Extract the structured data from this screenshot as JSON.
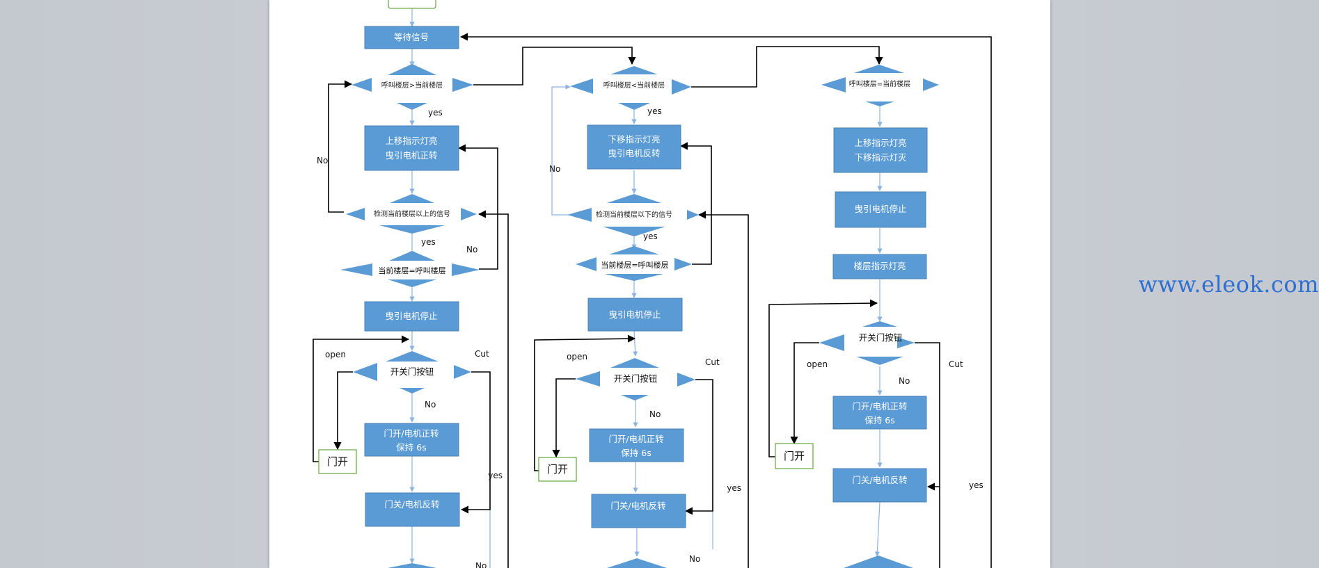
{
  "watermark": "www.eleok.com",
  "colors": {
    "box_fill": "#5b9bd5",
    "box_stroke": "#4a82b8",
    "arrow_blue": "#8bb4e0",
    "arrow_black": "#000000",
    "green_box": "#70ad47"
  },
  "nodes": {
    "wait_signal": "等待信号",
    "c1_decision_call": "呼叫楼层>当前楼层",
    "c1_up_light": "上移指示灯亮",
    "c1_motor_fwd": "曳引电机正转",
    "c1_detect": "检测当前楼层以上的信号",
    "c1_decision_eq": "当前楼层=呼叫楼层",
    "c1_motor_stop": "曳引电机停止",
    "c1_door_btn": "开关门按钮",
    "c1_door_open_box": "门开",
    "c1_door_fwd_1": "门开/电机正转",
    "c1_door_fwd_2": "保持 6s",
    "c1_door_close": "门关/电机反转",
    "c2_decision_call": "呼叫楼层<当前楼层",
    "c2_down_light": "下移指示灯亮",
    "c2_motor_rev": "曳引电机反转",
    "c2_detect": "检测当前楼层以下的信号",
    "c2_decision_eq": "当前楼层=呼叫楼层",
    "c2_motor_stop": "曳引电机停止",
    "c2_door_btn": "开关门按钮",
    "c2_door_open_box": "门开",
    "c2_door_fwd_1": "门开/电机正转",
    "c2_door_fwd_2": "保持 6s",
    "c2_door_close": "门关/电机反转",
    "c3_decision_call": "呼叫楼层=当前楼层",
    "c3_up_light": "上移指示灯亮",
    "c3_down_light_off": "下移指示灯灭",
    "c3_motor_stop": "曳引电机停止",
    "c3_floor_light": "楼层指示灯亮",
    "c3_door_btn": "开关门按钮",
    "c3_door_open_box": "门开",
    "c3_door_fwd_1": "门开/电机正转",
    "c3_door_fwd_2": "保持 6s",
    "c3_door_close": "门关/电机反转"
  },
  "edge_labels": {
    "c1_yes_1": "yes",
    "c1_no_left": "No",
    "c1_yes_2": "yes",
    "c1_no_right": "No",
    "c1_open": "open",
    "c1_cut": "Cut",
    "c1_no_door": "No",
    "c1_yes_long": "yes",
    "c1_no_bottom": "No",
    "c2_yes_1": "yes",
    "c2_no_left": "No",
    "c2_yes_2": "yes",
    "c2_open": "open",
    "c2_cut": "Cut",
    "c2_no_door": "No",
    "c2_yes_long": "yes",
    "c2_no_bottom": "No",
    "c3_open": "open",
    "c3_cut": "Cut",
    "c3_no_door": "No",
    "c3_yes_long": "yes"
  }
}
